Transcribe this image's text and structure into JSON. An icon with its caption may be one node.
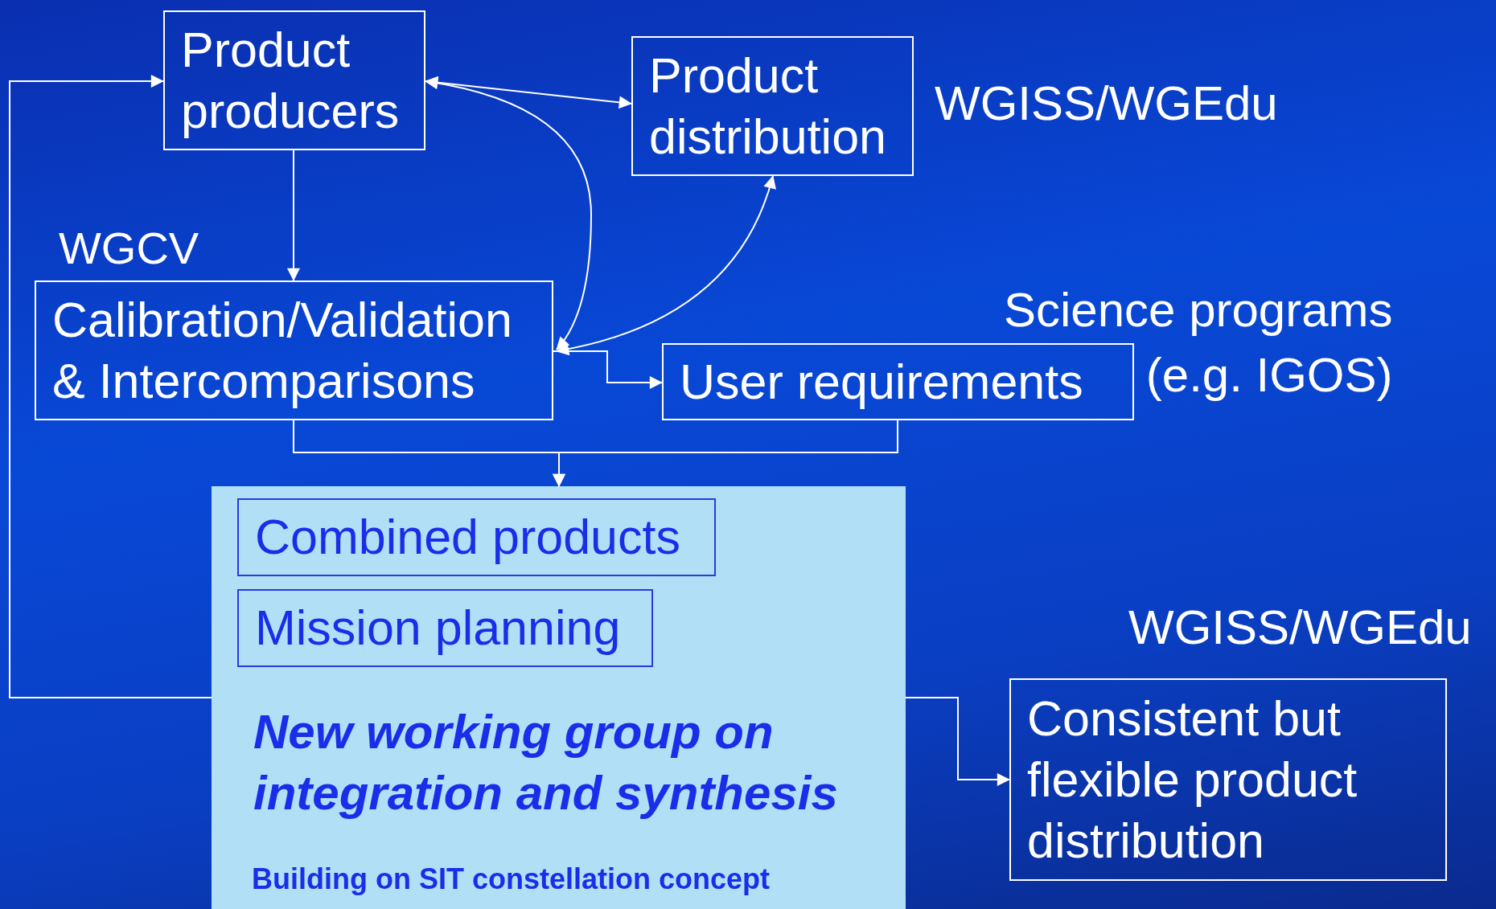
{
  "diagram": {
    "nodes": [
      {
        "text": [
          "Product producers"
        ]
      },
      {
        "text": [
          "Product distribution"
        ],
        "beside": [
          "WGISS/WGEdu"
        ]
      },
      {
        "text": [
          "WGCV",
          "Calibration/Validation & Intercomparisons"
        ]
      },
      {
        "text": [
          "User requirements"
        ],
        "beside": [
          "Science programs (e.g. IGOS)"
        ]
      },
      {
        "text": [
          "New working group on integration and synthesis",
          "Building on SIT constellation concept"
        ]
      },
      {
        "text": [
          "Combined products"
        ],
        "in": 4
      },
      {
        "text": [
          "Mission planning"
        ],
        "in": 4
      },
      {
        "text": [
          "Consistent but flexible product distribution"
        ],
        "beside": [
          "WGISS/WGEdu"
        ]
      }
    ],
    "edges": [
      {
        "from": 0,
        "to": 1,
        "arrow": "both"
      },
      {
        "from": 0,
        "to": 2,
        "arrow": "to"
      },
      {
        "from": 0,
        "to": 2,
        "arrow": "both"
      },
      {
        "from": 1,
        "to": 2,
        "arrow": "both"
      },
      {
        "from": 2,
        "to": 3,
        "arrow": "to"
      },
      {
        "from": 2,
        "to": 4,
        "arrow": "to"
      },
      {
        "from": 3,
        "to": 4,
        "arrow": "to"
      },
      {
        "from": 4,
        "to": 0,
        "arrow": "to"
      },
      {
        "from": 4,
        "to": 7,
        "arrow": "to"
      }
    ]
  }
}
